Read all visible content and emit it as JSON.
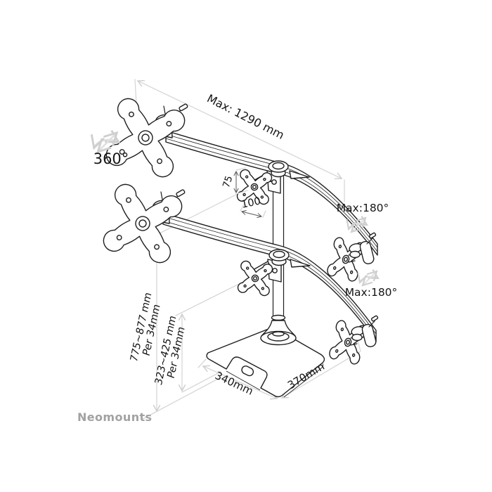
{
  "diagram": {
    "type": "product-dimension-drawing",
    "product": "triple/six monitor desk stand with two curved crossbars",
    "brand": "Neomounts",
    "labels": {
      "max_width": "Max: 1290 mm",
      "swivel": "360°",
      "vesa_height": "75",
      "vesa_width": "100",
      "tilt_top": "Max:180°",
      "tilt_bottom": "Max:180°",
      "height_upper": "775~877 mm",
      "height_upper_step": "Per 34mm",
      "height_lower": "323~425 mm",
      "height_lower_step": "Per 34mm",
      "base_depth": "340mm",
      "base_width": "370mm"
    },
    "colors": {
      "line_art": "#1f1f1f",
      "dimension_lines": "#d7d7d7",
      "rotation_arrows": "#e0e0e0",
      "label_text": "#151515",
      "brand_text": "#a2a2a2",
      "background": "#ffffff"
    }
  }
}
